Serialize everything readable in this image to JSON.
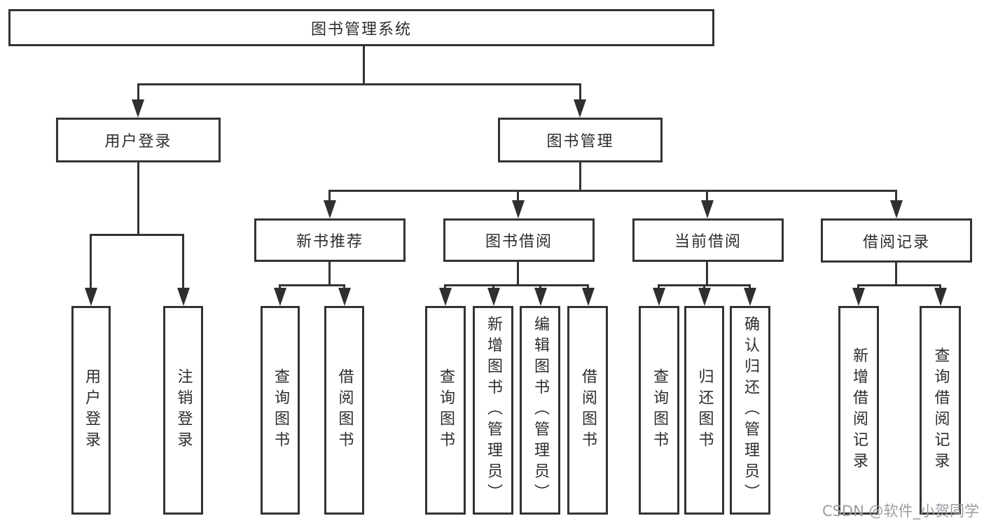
{
  "diagram": {
    "type": "hierarchy-function-structure",
    "title": "图书管理系统",
    "colors": {
      "background": "#ffffff",
      "line": "#333333",
      "box_border": "#333333",
      "text": "#2d2d2d",
      "watermark": "#9a9ca1"
    },
    "tree": {
      "root": {
        "label": "图书管理系统"
      },
      "branches": [
        {
          "label": "用户登录",
          "children": [
            {
              "label": "用户登录"
            },
            {
              "label": "注销登录"
            }
          ]
        },
        {
          "label": "图书管理",
          "children": [
            {
              "label": "新书推荐",
              "children": [
                {
                  "label": "查询图书"
                },
                {
                  "label": "借阅图书"
                }
              ]
            },
            {
              "label": "图书借阅",
              "children": [
                {
                  "label": "查询图书"
                },
                {
                  "label": "新增图书（管理员）"
                },
                {
                  "label": "编辑图书（管理员）"
                },
                {
                  "label": "借阅图书"
                }
              ]
            },
            {
              "label": "当前借阅",
              "children": [
                {
                  "label": "查询图书"
                },
                {
                  "label": "归还图书"
                },
                {
                  "label": "确认归还（管理员）"
                }
              ]
            },
            {
              "label": "借阅记录",
              "children": [
                {
                  "label": "新增借阅记录"
                },
                {
                  "label": "查询借阅记录"
                }
              ]
            }
          ]
        }
      ]
    },
    "watermark": "CSDN @软件_小贺同学"
  }
}
